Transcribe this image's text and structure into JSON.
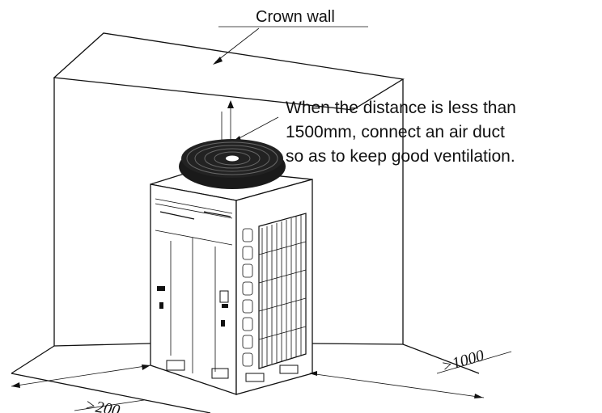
{
  "labels": {
    "crown_wall": "Crown wall",
    "note_line1": "When the distance is less than",
    "note_line2": "1500mm, connect an air duct",
    "note_line3": "so as to keep good ventilation.",
    "dim_side": ">1000",
    "dim_front": ">200"
  }
}
